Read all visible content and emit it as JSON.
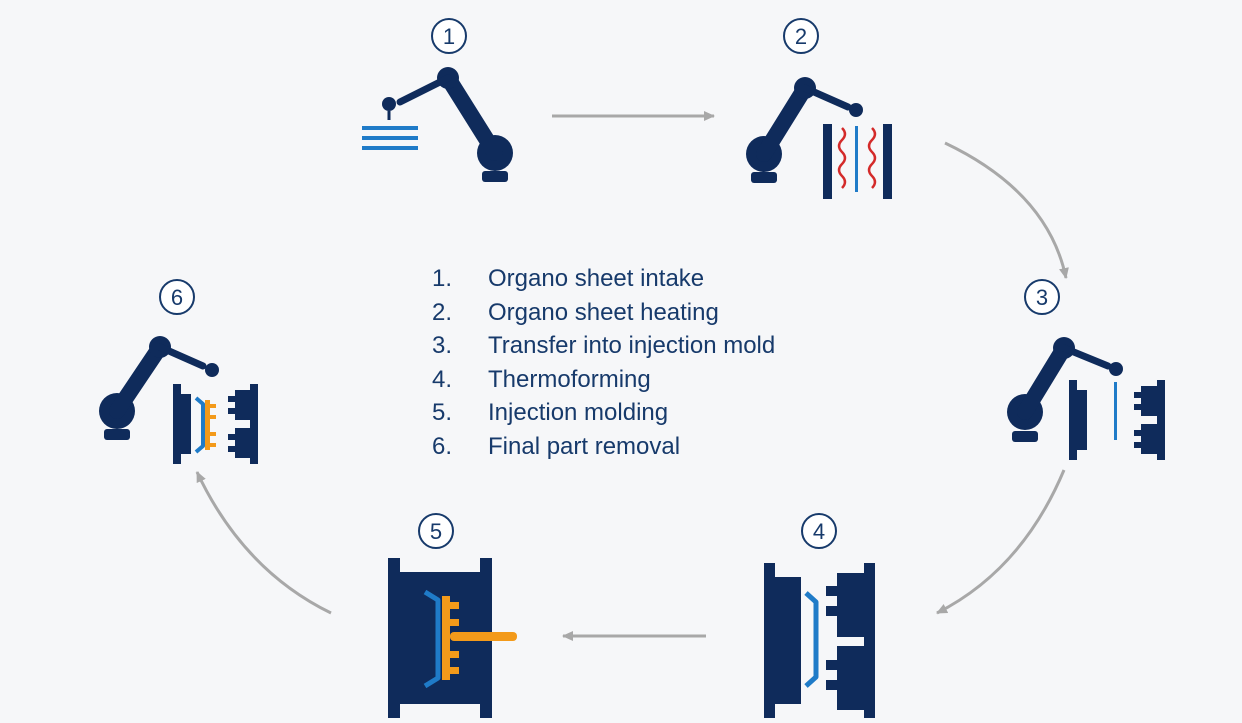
{
  "colors": {
    "navy": "#0f2b5b",
    "blue": "#1f7bc8",
    "orange": "#f39a1a",
    "red": "#d42a2a",
    "arrow": "#a8a8a8",
    "text": "#173a6b"
  },
  "badges": [
    "1",
    "2",
    "3",
    "4",
    "5",
    "6"
  ],
  "steps": [
    {
      "number": "1.",
      "label": "Organo sheet intake"
    },
    {
      "number": "2.",
      "label": "Organo sheet heating"
    },
    {
      "number": "3.",
      "label": "Transfer into injection mold"
    },
    {
      "number": "4.",
      "label": "Thermoforming"
    },
    {
      "number": "5.",
      "label": "Injection molding"
    },
    {
      "number": "6.",
      "label": "Final part removal"
    }
  ],
  "icons": [
    "robot-arm-icon",
    "organo-sheet-stack-icon",
    "heater-icon",
    "injection-mold-icon",
    "formed-part-icon",
    "injection-unit-icon",
    "flow-arrow-icon"
  ]
}
